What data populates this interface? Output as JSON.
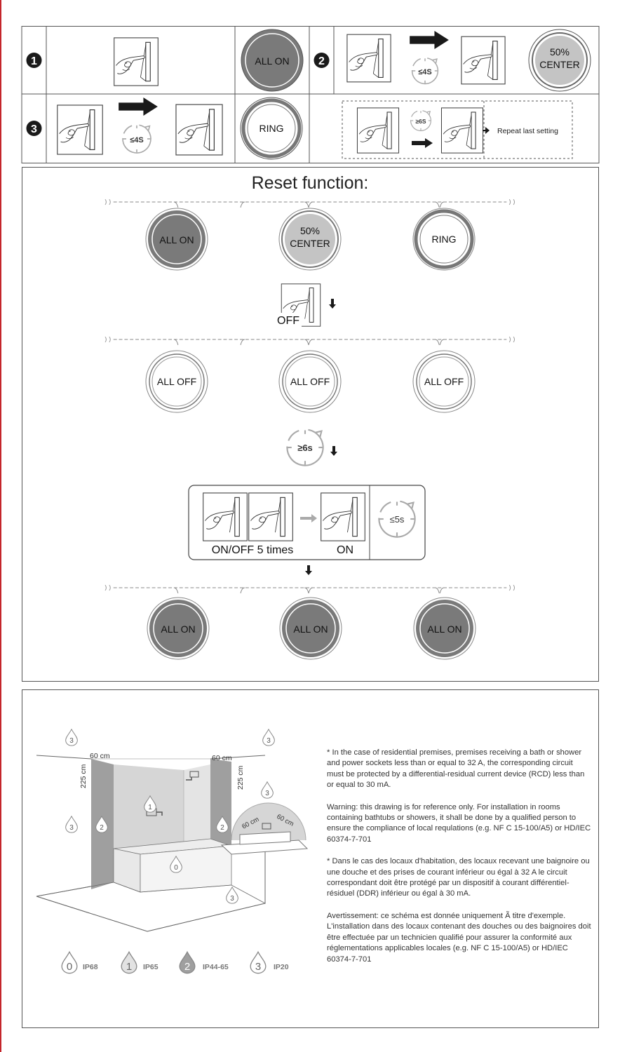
{
  "steps": {
    "step1": {
      "num": "1",
      "button": "ALL ON"
    },
    "step2": {
      "num": "2",
      "timer": "≤4S",
      "button": "50%\nCENTER"
    },
    "step3": {
      "num": "3",
      "timer": "≤4S",
      "button": "RING"
    },
    "repeat": {
      "timer": "≥6S",
      "label": "Repeat last setting"
    }
  },
  "reset": {
    "title": "Reset function:",
    "row1": [
      "ALL ON",
      "50%\nCENTER",
      "RING"
    ],
    "off_label": "OFF",
    "row2": [
      "ALL OFF",
      "ALL OFF",
      "ALL OFF"
    ],
    "timer_6s": "≥6s",
    "onoff_label": "ON/OFF 5 times",
    "on_label": "ON",
    "timer_5s": "≤5s",
    "row3": [
      "ALL ON",
      "ALL ON",
      "ALL ON"
    ]
  },
  "colors": {
    "dark_button": "#7a7a7a",
    "mid_button": "#c4c4c4",
    "zone2": "#9f9f9f",
    "zone1": "#d6d6d6",
    "brand_red": "#c4252b"
  },
  "bathroom": {
    "dims": {
      "left_width": "60 cm",
      "right_width": "60 cm",
      "left_height": "225 cm",
      "right_height": "225 cm",
      "sink_a": "60 cm",
      "sink_b": "60 cm"
    },
    "zone_marks": {
      "z0": "0",
      "z1": "1",
      "z2": "2",
      "z3": "3"
    },
    "legend": [
      {
        "zone": "0",
        "label": "IP68"
      },
      {
        "zone": "1",
        "label": "IP65"
      },
      {
        "zone": "2",
        "label": "IP44-65"
      },
      {
        "zone": "3",
        "label": "IP20"
      }
    ],
    "notes": [
      "* In the case of residential premises, premises receiving a bath or shower and power sockets less than or equal to 32 A, the corresponding circuit must be protected by a differential-residual current device (RCD) less than or equal to 30 mA.",
      "Warning: this drawing is for reference only. For installation in rooms containing bathtubs or showers, it shall be done by a qualified person to ensure the compliance of local requlations (e.g. NF C 15-100/A5) or HD/IEC 60374-7-701",
      "* Dans le cas des locaux d'habitation, des locaux recevant une baignoire ou une douche et des prises de courant inférieur ou égal à 32 A le circuit correspondant doit être protégé par un dispositif à courant différentiel-résiduel (DDR) inférieur ou égal à 30 mA.",
      "Avertissement: ce schéma est donnée uniquement Ã titre d'exemple. L'installation dans des locaux contenant des douches ou des baignoires doit être effectuée par un technicien qualifié pour assurer la conformité aux réglementations applicables locales (e.g. NF C 15-100/A5) or HD/IEC 60374-7-701"
    ]
  }
}
